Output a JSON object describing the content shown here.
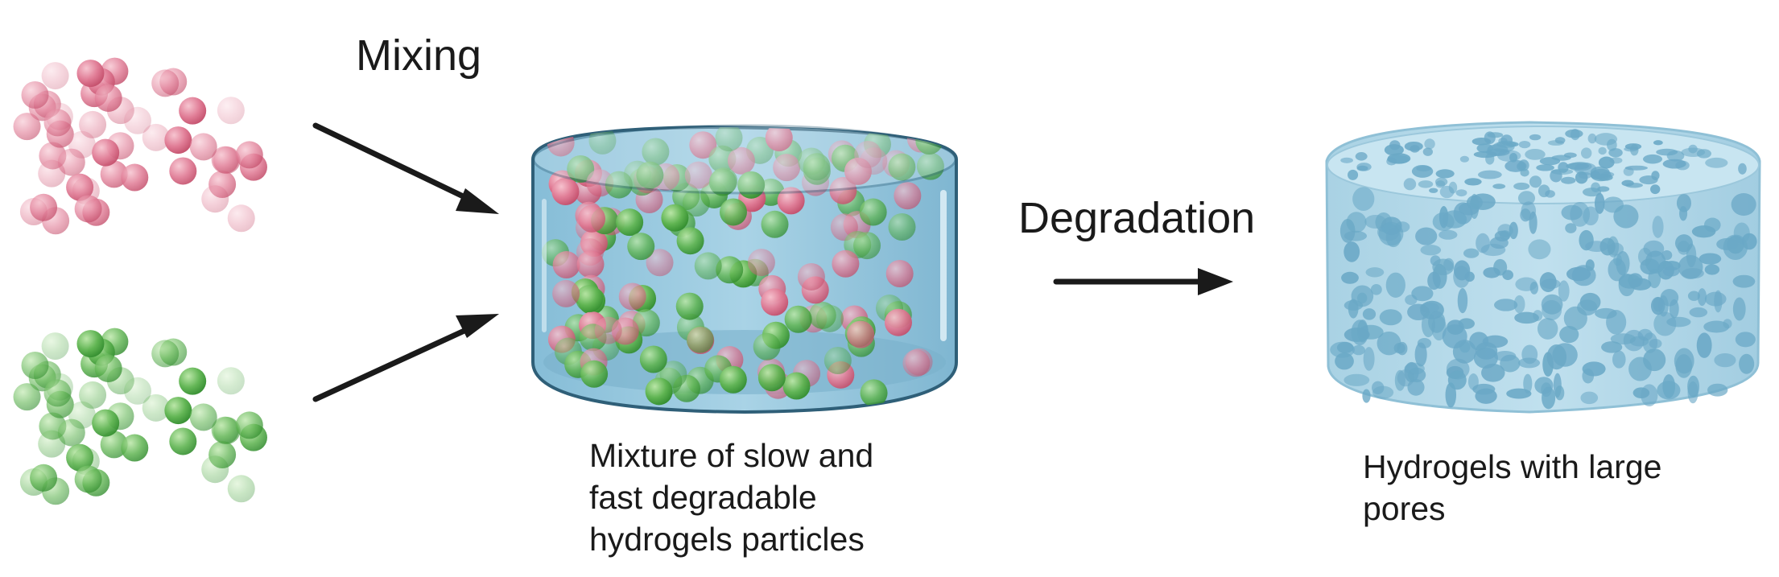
{
  "labels": {
    "mixing": "Mixing",
    "degradation": "Degradation"
  },
  "captions": {
    "mixture": [
      "Mixture of slow and",
      "fast degradable",
      "hydrogels particles"
    ],
    "result": [
      "Hydrogels with large",
      "pores"
    ]
  },
  "colors": {
    "pink": "#d9607f",
    "green": "#3f9a3c",
    "gel_blue": "#8fc3dc",
    "gel_edge": "#2f5f78",
    "sponge": "#b6dbea",
    "arrow": "#1a1a1a"
  }
}
